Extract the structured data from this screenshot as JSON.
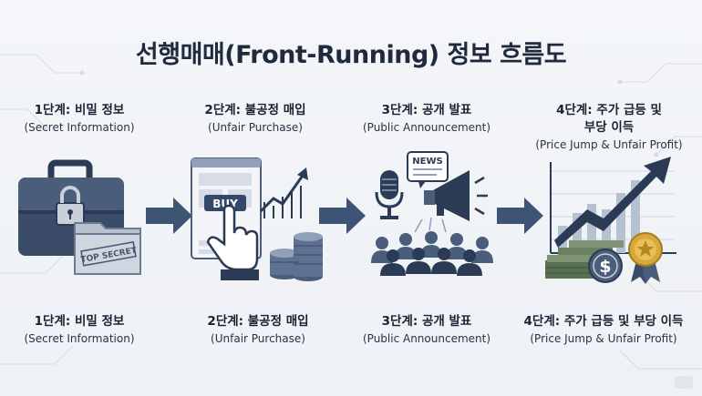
{
  "title": "선행매매(Front-Running) 정보 흐름도",
  "steps": [
    {
      "top_ko": "1단계: 비밀 정보",
      "top_en": "(Secret Information)",
      "bot_ko": "1단계: 비밀 정보",
      "bot_en": "(Secret Information)",
      "stamp": "TOP SECRET"
    },
    {
      "top_ko": "2단계: 불공정 매입",
      "top_en": "(Unfair Purchase)",
      "bot_ko": "2단계: 불공정 매입",
      "bot_en": "(Unfair Purchase)",
      "button": "BUY"
    },
    {
      "top_ko": "3단계: 공개 발표",
      "top_en": "(Public Announcement)",
      "bot_ko": "3단계: 공개 발표",
      "bot_en": "(Public Announcement)",
      "news": "NEWS"
    },
    {
      "top_ko_l1": "4단계: 주가 급등 및",
      "top_ko_l2": "부당 이득",
      "top_en": "(Price Jump & Unfair Profit)",
      "bot_ko": "4단계: 주가 급등 및 부당 이득",
      "bot_en": "(Price Jump & Unfair Profit)",
      "coin_symbol": "$"
    }
  ],
  "colors": {
    "navy": "#2b3a55",
    "steel": "#4a5d7a",
    "light_steel": "#8fa0b8",
    "gold": "#d9a83a",
    "green_cash": "#5a7052"
  }
}
